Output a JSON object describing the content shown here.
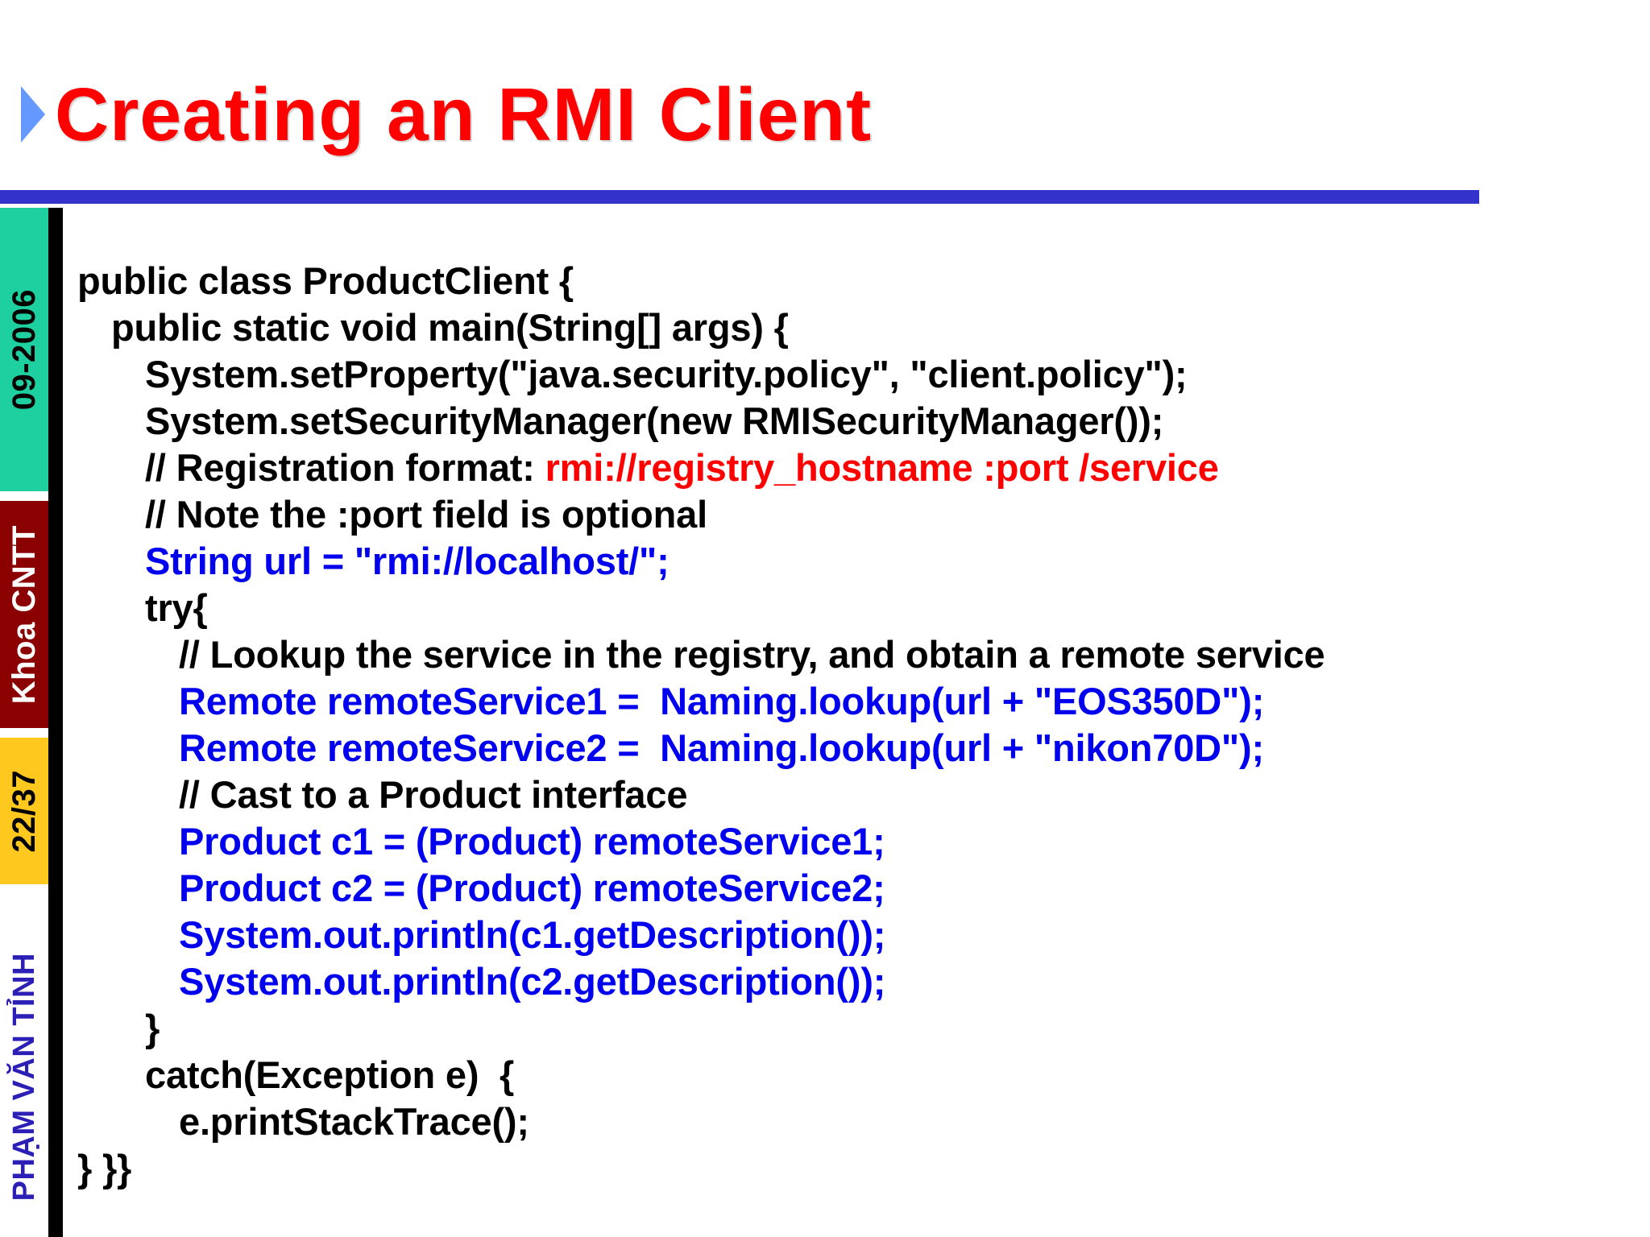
{
  "slide": {
    "title": "Creating an RMI Client",
    "bullet_icon": "triangle-right-icon",
    "title_color": "#FF0000",
    "rule_color": "#3333CC"
  },
  "sidebar": {
    "date": "09-2006",
    "date_bg": "#1ECFA0",
    "faculty": "Khoa CNTT",
    "faculty_bg": "#8B0000",
    "page": "22/37",
    "page_bg": "#FFC81E",
    "author": "PHẠM VĂN TỈNH",
    "author_color": "#2B1FB5"
  },
  "code": {
    "language": "java",
    "colors": {
      "black": "#000000",
      "red": "#FF0000",
      "blue": "#0000EE"
    },
    "lines": [
      {
        "id": "line-1",
        "indent": 0,
        "parts": [
          {
            "text": "public class ProductClient {",
            "color": "black"
          }
        ]
      },
      {
        "id": "line-2",
        "indent": 1,
        "parts": [
          {
            "text": "public static void main(String[] args) {",
            "color": "black"
          }
        ]
      },
      {
        "id": "line-3",
        "indent": 2,
        "parts": [
          {
            "text": "System.setProperty(\"java.security.policy\", \"client.policy\");",
            "color": "black"
          }
        ]
      },
      {
        "id": "line-4",
        "indent": 2,
        "parts": [
          {
            "text": "System.setSecurityManager(new RMISecurityManager());",
            "color": "black"
          }
        ]
      },
      {
        "id": "line-5",
        "indent": 2,
        "parts": [
          {
            "text": "// Registration format: ",
            "color": "black"
          },
          {
            "text": "rmi://registry_hostname :port /service",
            "color": "red"
          }
        ]
      },
      {
        "id": "line-6",
        "indent": 2,
        "parts": [
          {
            "text": "// Note the :port field is optional",
            "color": "black"
          }
        ]
      },
      {
        "id": "line-7",
        "indent": 2,
        "parts": [
          {
            "text": "String url = \"rmi://localhost/\";",
            "color": "blue"
          }
        ]
      },
      {
        "id": "line-8",
        "indent": 2,
        "parts": [
          {
            "text": "try{",
            "color": "black"
          }
        ]
      },
      {
        "id": "line-9",
        "indent": 3,
        "parts": [
          {
            "text": "// Lookup the service in the registry, and obtain a remote service",
            "color": "black"
          }
        ]
      },
      {
        "id": "line-10",
        "indent": 3,
        "parts": [
          {
            "text": "Remote remoteService1 =  Naming.lookup(url + \"EOS350D\");",
            "color": "blue"
          }
        ]
      },
      {
        "id": "line-11",
        "indent": 3,
        "parts": [
          {
            "text": "Remote remoteService2 =  Naming.lookup(url + \"nikon70D\");",
            "color": "blue"
          }
        ]
      },
      {
        "id": "line-12",
        "indent": 3,
        "parts": [
          {
            "text": "// Cast to a Product interface",
            "color": "black"
          }
        ]
      },
      {
        "id": "line-13",
        "indent": 3,
        "parts": [
          {
            "text": "Product c1 = (Product) remoteService1;",
            "color": "blue"
          }
        ]
      },
      {
        "id": "line-14",
        "indent": 3,
        "parts": [
          {
            "text": "Product c2 = (Product) remoteService2;",
            "color": "blue"
          }
        ]
      },
      {
        "id": "line-15",
        "indent": 3,
        "parts": [
          {
            "text": "System.out.println(c1.getDescription());",
            "color": "blue"
          }
        ]
      },
      {
        "id": "line-16",
        "indent": 3,
        "parts": [
          {
            "text": "System.out.println(c2.getDescription());",
            "color": "blue"
          }
        ]
      },
      {
        "id": "line-17",
        "indent": 2,
        "parts": [
          {
            "text": "}",
            "color": "black"
          }
        ]
      },
      {
        "id": "line-18",
        "indent": 2,
        "parts": [
          {
            "text": "catch(Exception e)  {",
            "color": "black"
          }
        ]
      },
      {
        "id": "line-19",
        "indent": 3,
        "parts": [
          {
            "text": "e.printStackTrace();",
            "color": "black"
          }
        ]
      },
      {
        "id": "line-20",
        "indent": 0,
        "parts": [
          {
            "text": "} }}",
            "color": "black"
          }
        ]
      }
    ]
  }
}
